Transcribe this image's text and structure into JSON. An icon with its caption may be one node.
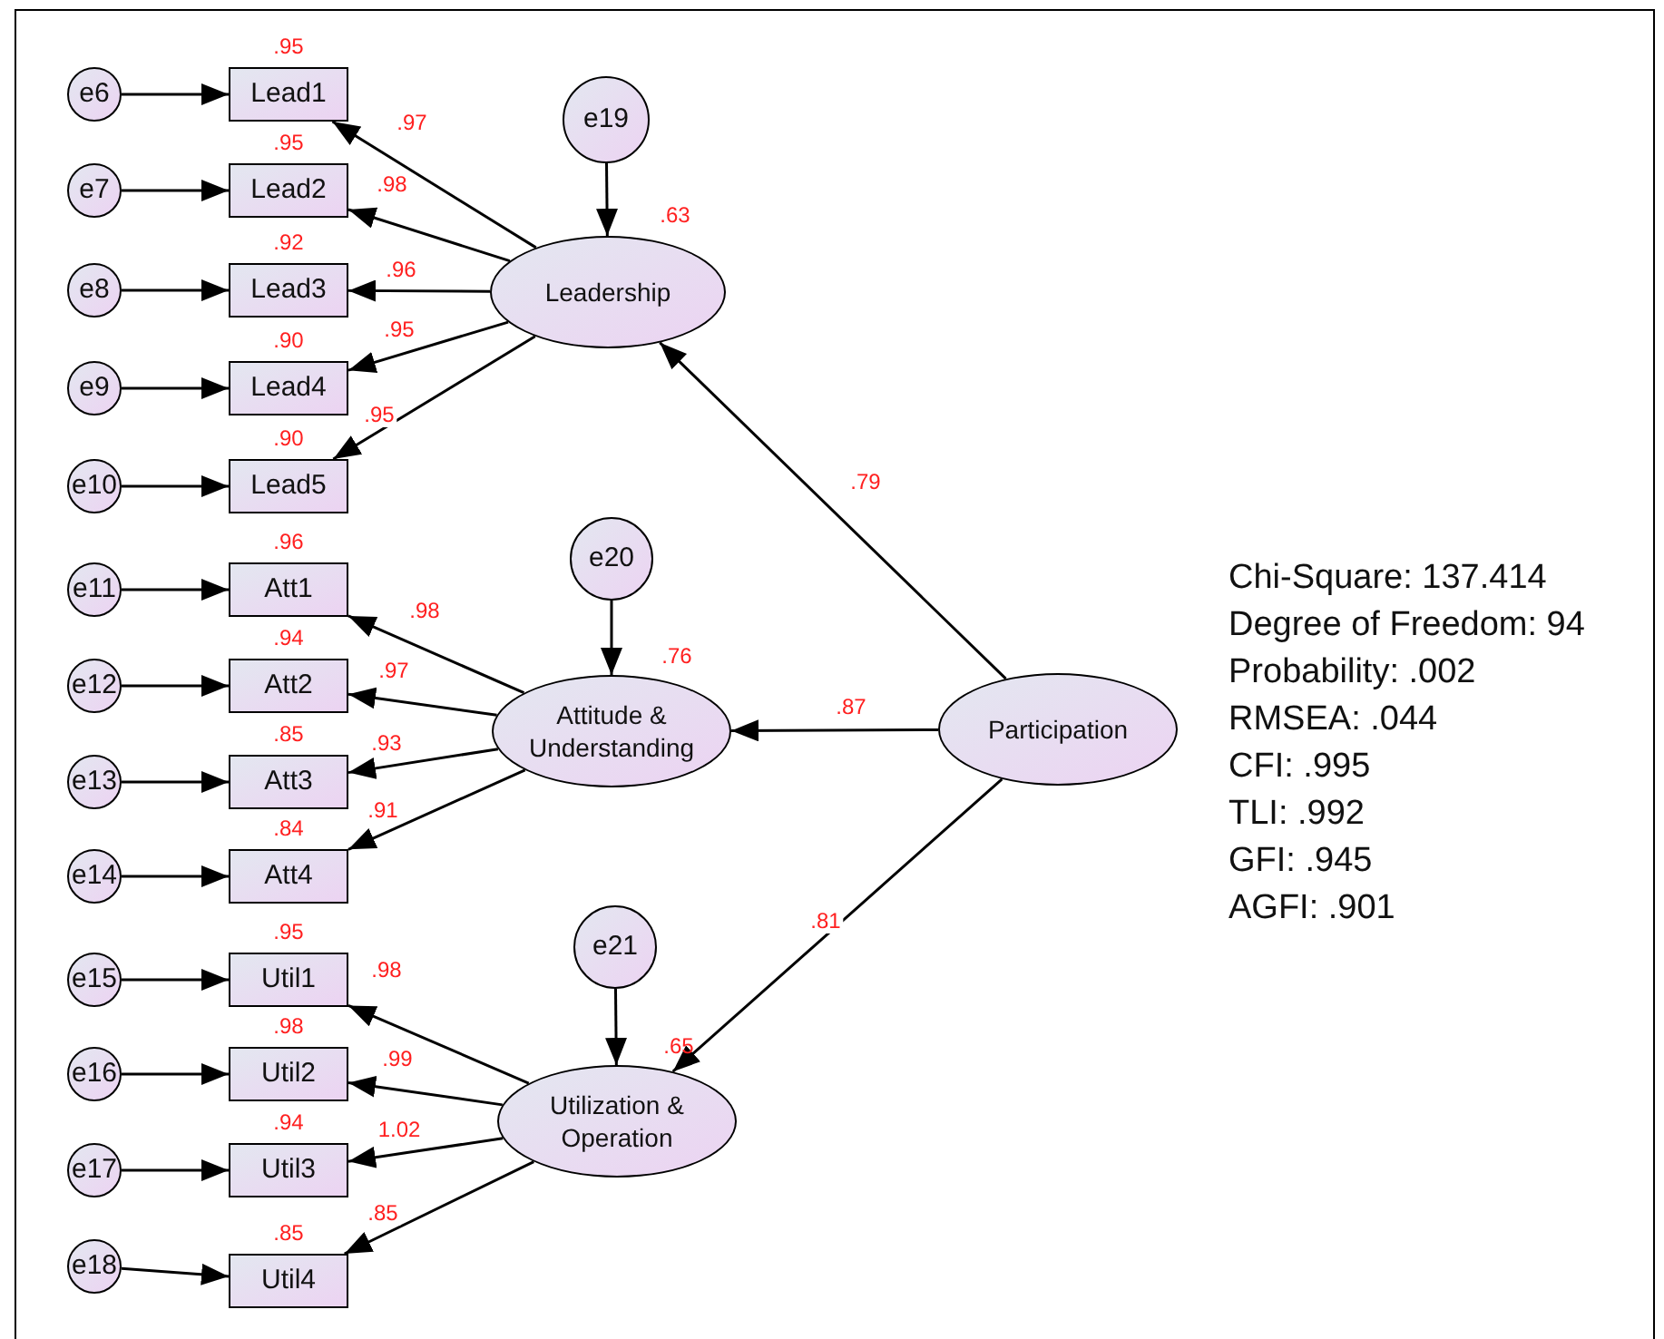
{
  "diagram": {
    "nodes": [
      {
        "text": [
          "e6"
        ]
      },
      {
        "text": [
          "e7"
        ]
      },
      {
        "text": [
          "e8"
        ]
      },
      {
        "text": [
          "e9"
        ]
      },
      {
        "text": [
          "e10"
        ]
      },
      {
        "text": [
          "e11"
        ]
      },
      {
        "text": [
          "e12"
        ]
      },
      {
        "text": [
          "e13"
        ]
      },
      {
        "text": [
          "e14"
        ]
      },
      {
        "text": [
          "e15"
        ]
      },
      {
        "text": [
          "e16"
        ]
      },
      {
        "text": [
          "e17"
        ]
      },
      {
        "text": [
          "e18"
        ]
      },
      {
        "text": [
          "Lead1"
        ],
        "beside": [
          ".95"
        ]
      },
      {
        "text": [
          "Lead2"
        ],
        "beside": [
          ".95"
        ]
      },
      {
        "text": [
          "Lead3"
        ],
        "beside": [
          ".92"
        ]
      },
      {
        "text": [
          "Lead4"
        ],
        "beside": [
          ".90"
        ]
      },
      {
        "text": [
          "Lead5"
        ],
        "beside": [
          ".90"
        ]
      },
      {
        "text": [
          "Att1"
        ],
        "beside": [
          ".96"
        ]
      },
      {
        "text": [
          "Att2"
        ],
        "beside": [
          ".94"
        ]
      },
      {
        "text": [
          "Att3"
        ],
        "beside": [
          ".85"
        ]
      },
      {
        "text": [
          "Att4"
        ],
        "beside": [
          ".84"
        ]
      },
      {
        "text": [
          "Util1"
        ],
        "beside": [
          ".95"
        ]
      },
      {
        "text": [
          "Util2"
        ],
        "beside": [
          ".98"
        ]
      },
      {
        "text": [
          "Util3"
        ],
        "beside": [
          ".94"
        ]
      },
      {
        "text": [
          "Util4"
        ],
        "beside": [
          ".85"
        ]
      },
      {
        "text": [
          "e19"
        ]
      },
      {
        "text": [
          "e20"
        ]
      },
      {
        "text": [
          "e21"
        ]
      },
      {
        "text": [
          "Leadership"
        ],
        "beside": [
          ".63"
        ]
      },
      {
        "text": [
          "Attitude & Understanding"
        ],
        "beside": [
          ".76"
        ]
      },
      {
        "text": [
          "Utilization & Operation"
        ],
        "beside": [
          ".65"
        ]
      },
      {
        "text": [
          "Participation"
        ]
      }
    ],
    "edges": [
      {
        "from": 0,
        "to": 13,
        "arrow": "to"
      },
      {
        "from": 1,
        "to": 14,
        "arrow": "to"
      },
      {
        "from": 2,
        "to": 15,
        "arrow": "to"
      },
      {
        "from": 3,
        "to": 16,
        "arrow": "to"
      },
      {
        "from": 4,
        "to": 17,
        "arrow": "to"
      },
      {
        "from": 5,
        "to": 18,
        "arrow": "to"
      },
      {
        "from": 6,
        "to": 19,
        "arrow": "to"
      },
      {
        "from": 7,
        "to": 20,
        "arrow": "to"
      },
      {
        "from": 8,
        "to": 21,
        "arrow": "to"
      },
      {
        "from": 9,
        "to": 22,
        "arrow": "to"
      },
      {
        "from": 10,
        "to": 23,
        "arrow": "to"
      },
      {
        "from": 11,
        "to": 24,
        "arrow": "to"
      },
      {
        "from": 12,
        "to": 25,
        "arrow": "to"
      },
      {
        "from": 29,
        "to": 13,
        "arrow": "to",
        "label": ".97"
      },
      {
        "from": 29,
        "to": 14,
        "arrow": "to",
        "label": ".98"
      },
      {
        "from": 29,
        "to": 15,
        "arrow": "to",
        "label": ".96"
      },
      {
        "from": 29,
        "to": 16,
        "arrow": "to",
        "label": ".95"
      },
      {
        "from": 29,
        "to": 17,
        "arrow": "to",
        "label": ".95"
      },
      {
        "from": 30,
        "to": 18,
        "arrow": "to",
        "label": ".98"
      },
      {
        "from": 30,
        "to": 19,
        "arrow": "to",
        "label": ".97"
      },
      {
        "from": 30,
        "to": 20,
        "arrow": "to",
        "label": ".93"
      },
      {
        "from": 30,
        "to": 21,
        "arrow": "to",
        "label": ".91"
      },
      {
        "from": 31,
        "to": 22,
        "arrow": "to",
        "label": ".98"
      },
      {
        "from": 31,
        "to": 23,
        "arrow": "to",
        "label": ".99"
      },
      {
        "from": 31,
        "to": 24,
        "arrow": "to",
        "label": "1.02"
      },
      {
        "from": 31,
        "to": 25,
        "arrow": "to",
        "label": ".85"
      },
      {
        "from": 26,
        "to": 29,
        "arrow": "to"
      },
      {
        "from": 27,
        "to": 30,
        "arrow": "to"
      },
      {
        "from": 28,
        "to": 31,
        "arrow": "to"
      },
      {
        "from": 32,
        "to": 29,
        "arrow": "to",
        "label": ".79"
      },
      {
        "from": 32,
        "to": 30,
        "arrow": "to",
        "label": ".87"
      },
      {
        "from": 32,
        "to": 31,
        "arrow": "to",
        "label": ".81"
      }
    ],
    "labels": [
      "Chi-Square: 137.414",
      "Degree of Freedom: 94",
      "Probability: .002",
      "RMSEA: .044",
      "CFI: .995",
      "TLI: .992",
      "GFI: .945",
      "AGFI: .901"
    ]
  }
}
